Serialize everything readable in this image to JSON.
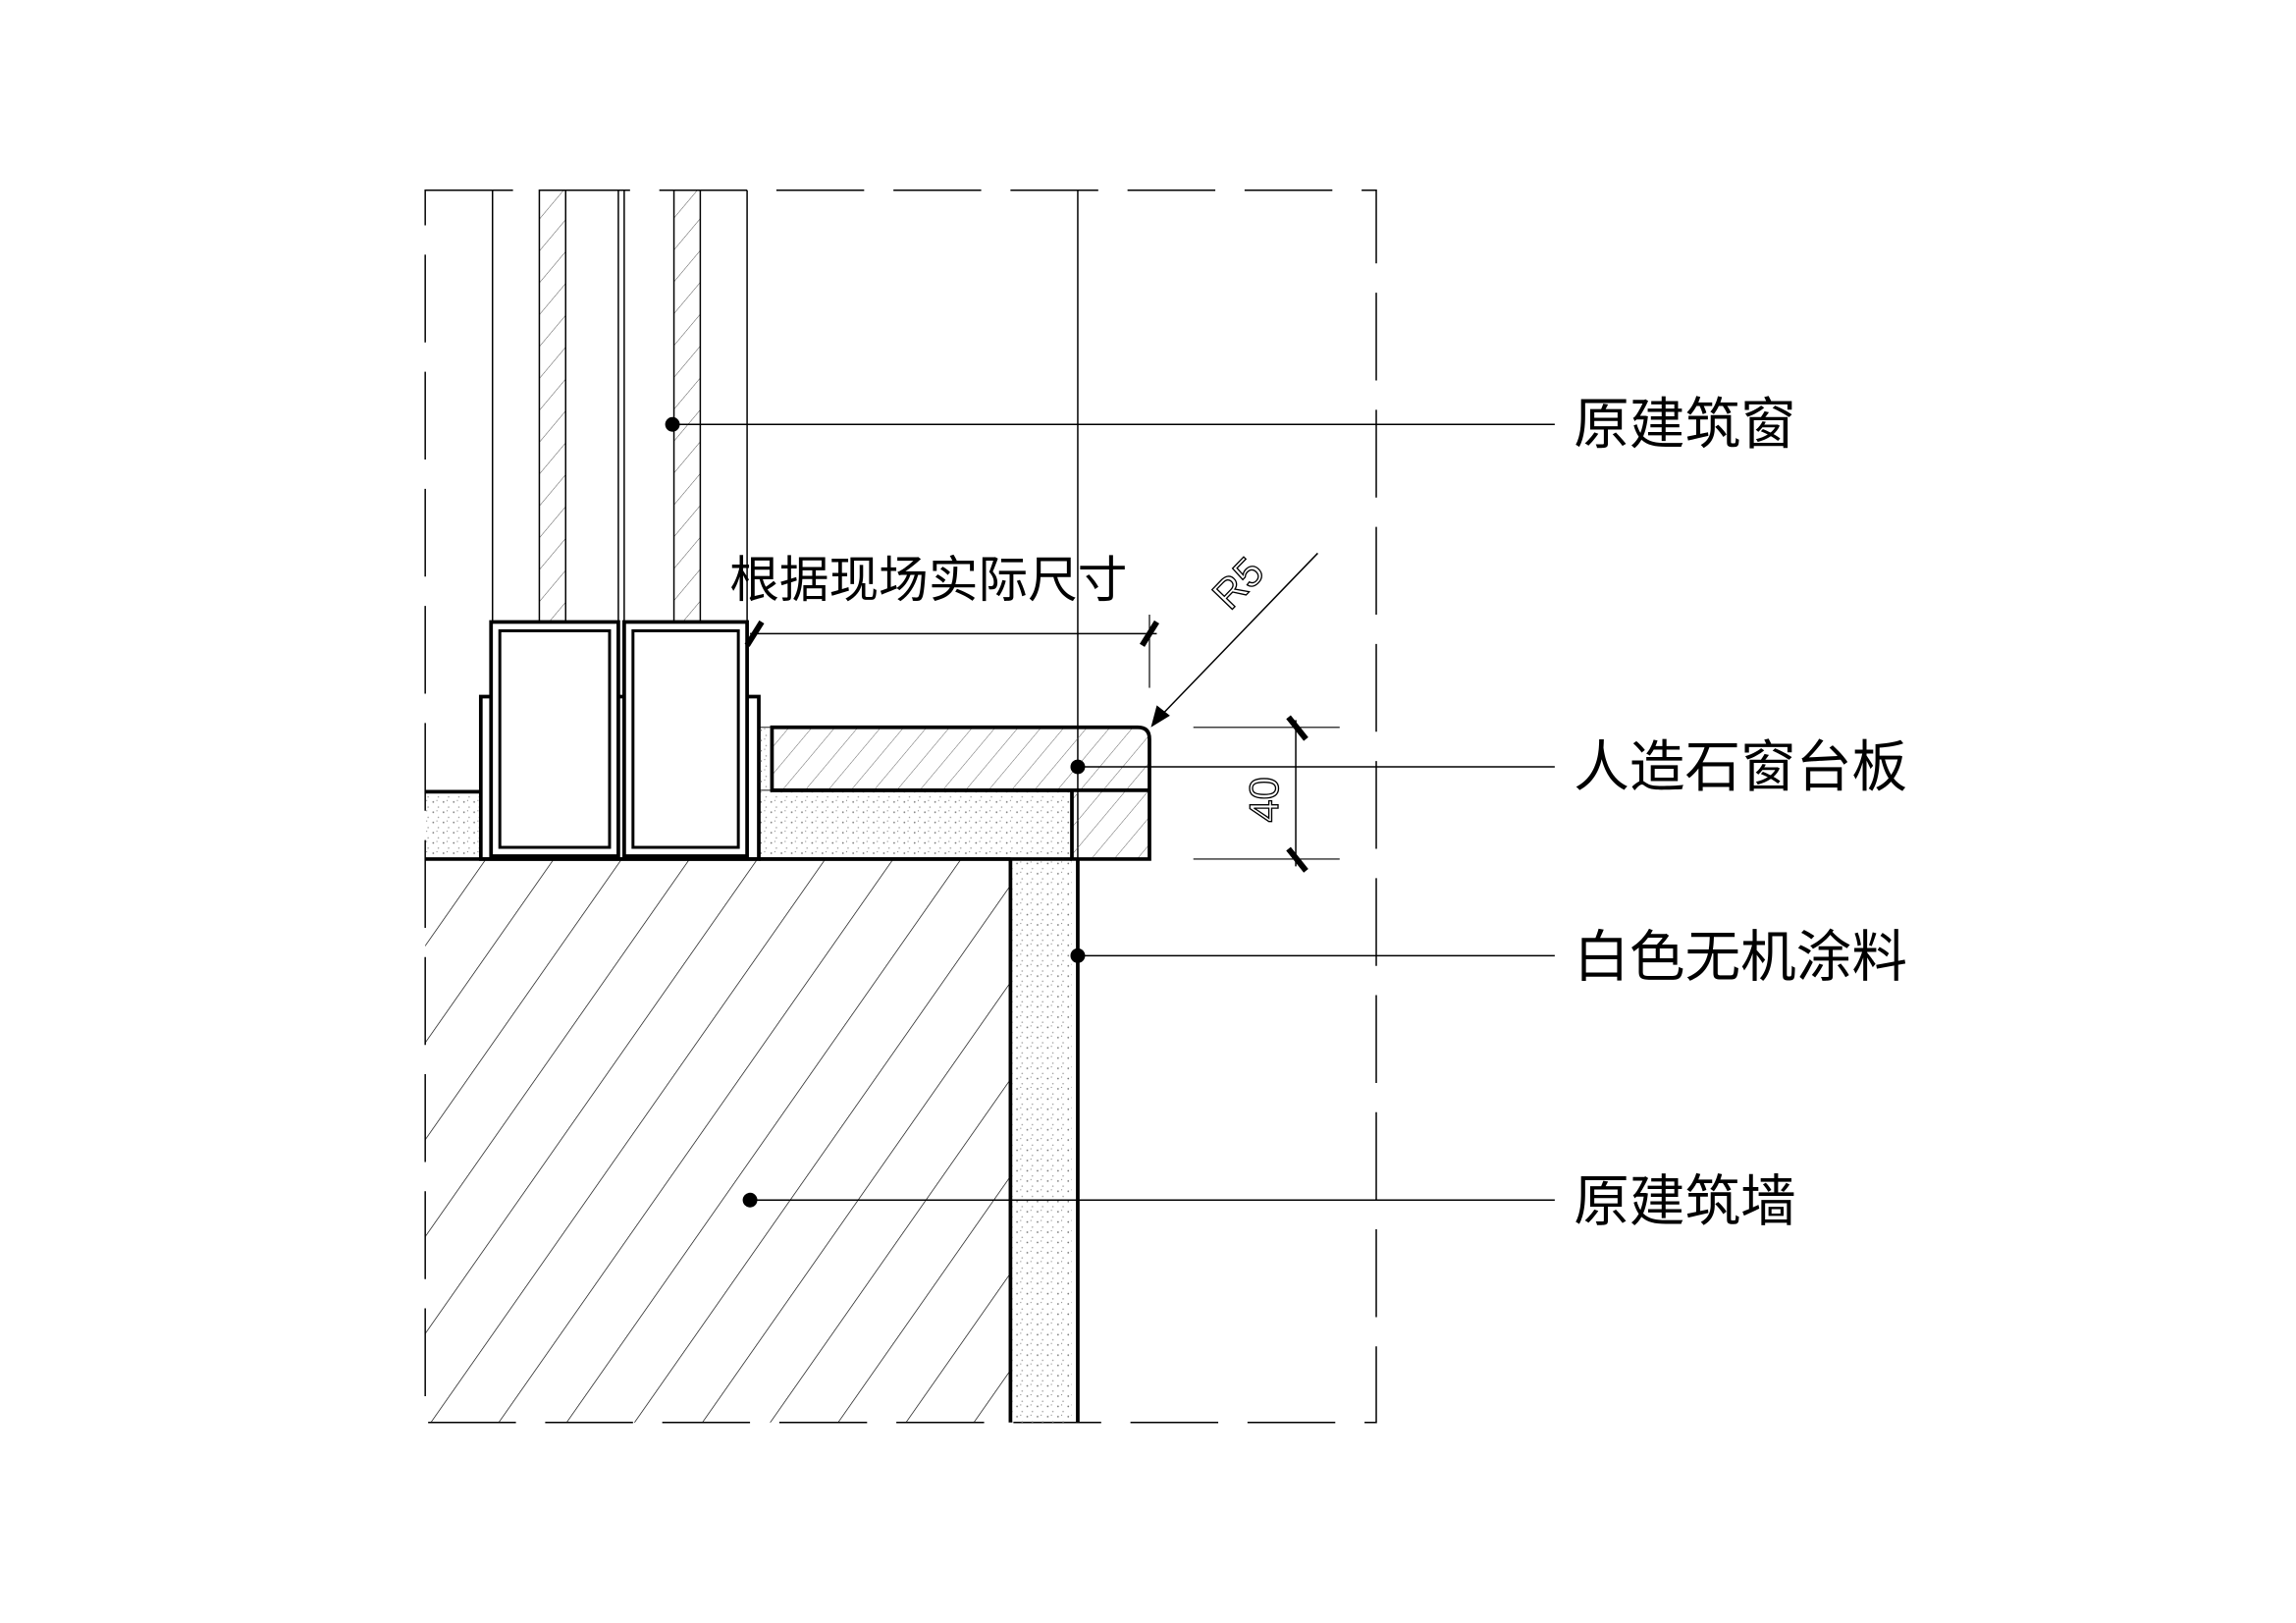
{
  "labels": {
    "window": "原建筑窗",
    "sill_board": "人造石窗台板",
    "coating": "白色无机涂料",
    "wall": "原建筑墙",
    "site_dimension": "根据现场实际尺寸"
  },
  "dimensions": {
    "radius": "R5",
    "thickness": "40"
  },
  "colors": {
    "line": "#000000",
    "background": "#ffffff"
  }
}
